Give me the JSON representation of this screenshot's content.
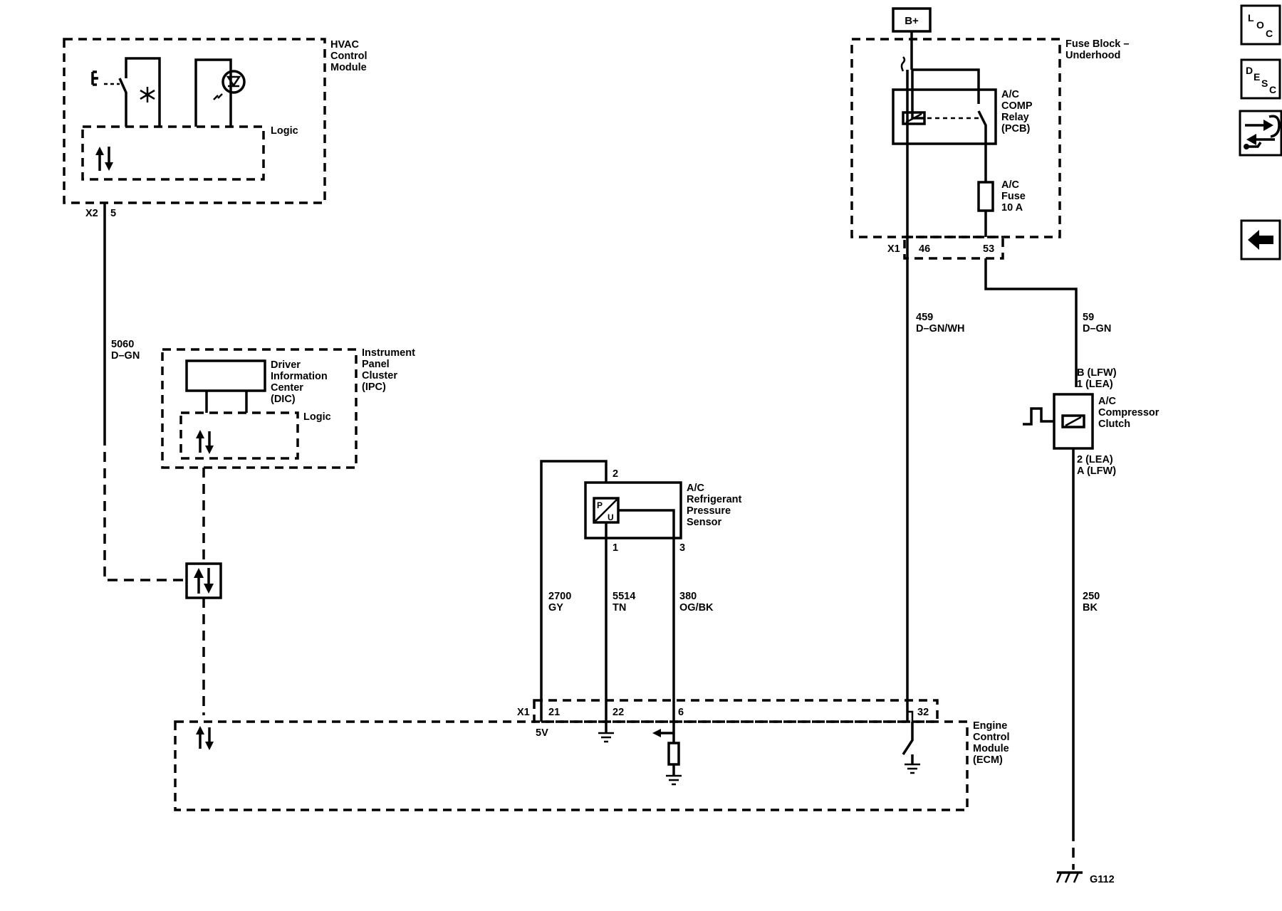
{
  "nav": {
    "loc": {
      "l1": "L",
      "l2": "O",
      "l3": "C"
    },
    "desc": {
      "l1": "D",
      "l2": "E",
      "l3": "S",
      "l4": "C"
    }
  },
  "supply": {
    "label": "B+"
  },
  "hvac": {
    "name": [
      "HVAC",
      "Control",
      "Module"
    ],
    "logic": "Logic",
    "connector": "X2",
    "pin": "5"
  },
  "ipc": {
    "name": [
      "Instrument",
      "Panel",
      "Cluster",
      "(IPC)"
    ],
    "dic": [
      "Driver",
      "Information",
      "Center",
      "(DIC)"
    ],
    "logic": "Logic"
  },
  "fuse_block": {
    "name": [
      "Fuse Block –",
      "Underhood"
    ],
    "relay": [
      "A/C",
      "COMP",
      "Relay",
      "(PCB)"
    ],
    "fuse": [
      "A/C",
      "Fuse",
      "10 A"
    ],
    "connector": "X1",
    "pin_a": "46",
    "pin_b": "53"
  },
  "sensor": {
    "name": [
      "A/C",
      "Refrigerant",
      "Pressure",
      "Sensor"
    ],
    "pin_top": "2",
    "pin_1": "1",
    "pin_3": "3",
    "p": "P",
    "u": "U"
  },
  "clutch": {
    "name": [
      "A/C",
      "Compressor",
      "Clutch"
    ],
    "pin_top": [
      "B (LFW)",
      "1 (LEA)"
    ],
    "pin_bottom": [
      "2 (LEA)",
      "A (LFW)"
    ]
  },
  "ecm": {
    "name": [
      "Engine",
      "Control",
      "Module",
      "(ECM)"
    ],
    "connector": "X1",
    "pins": [
      "21",
      "22",
      "6",
      "32"
    ],
    "v5": "5V"
  },
  "wires": {
    "w5060": [
      "5060",
      "D–GN"
    ],
    "w2700": [
      "2700",
      "GY"
    ],
    "w5514": [
      "5514",
      "TN"
    ],
    "w380": [
      "380",
      "OG/BK"
    ],
    "w459": [
      "459",
      "D–GN/WH"
    ],
    "w59": [
      "59",
      "D–GN"
    ],
    "w250": [
      "250",
      "BK"
    ]
  },
  "ground": {
    "label": "G112"
  }
}
